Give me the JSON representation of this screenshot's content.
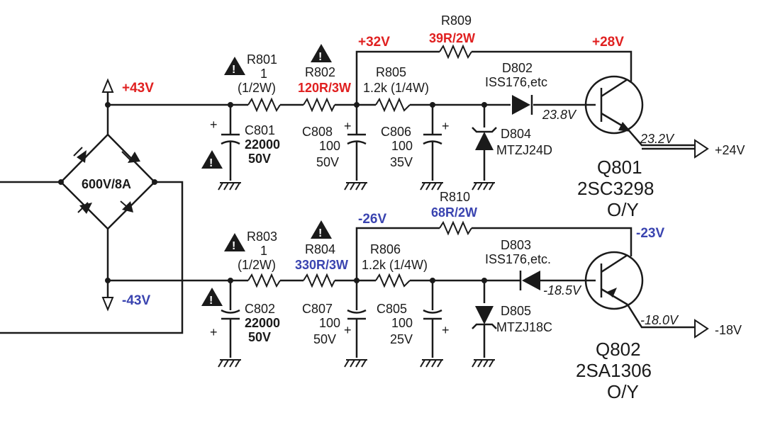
{
  "colors": {
    "positive": "#e02020",
    "negative": "#3a44b0",
    "ink": "#1a1a1a"
  },
  "bridge": {
    "rating": "600V/8A"
  },
  "rails": {
    "pos_in": "+43V",
    "neg_in": "-43V",
    "pos_mid": "+32V",
    "neg_mid": "-26V",
    "pos_top": "+28V",
    "neg_top": "-23V"
  },
  "upper": {
    "r801": {
      "ref": "R801",
      "value": "1",
      "power": "(1/2W)"
    },
    "r802": {
      "ref": "R802",
      "value": "120R/3W"
    },
    "r805": {
      "ref": "R805",
      "value": "1.2k (1/4W)"
    },
    "r809": {
      "ref": "R809",
      "value": "39R/2W"
    },
    "c801": {
      "ref": "C801",
      "value": "22000",
      "voltage": "50V"
    },
    "c808": {
      "ref": "C808",
      "value": "100",
      "voltage": "50V"
    },
    "c806": {
      "ref": "C806",
      "value": "100",
      "voltage": "35V"
    },
    "d802": {
      "ref": "D802",
      "part": "ISS176,etc"
    },
    "d804": {
      "ref": "D804",
      "part": "MTZJ24D"
    },
    "q801": {
      "ref": "Q801",
      "part": "2SC3298",
      "grade": "O/Y"
    },
    "v_base": "23.8V",
    "v_emitter": "23.2V",
    "output": "+24V"
  },
  "lower": {
    "r803": {
      "ref": "R803",
      "value": "1",
      "power": "(1/2W)"
    },
    "r804": {
      "ref": "R804",
      "value": "330R/3W"
    },
    "r806": {
      "ref": "R806",
      "value": "1.2k (1/4W)"
    },
    "r810": {
      "ref": "R810",
      "value": "68R/2W"
    },
    "c802": {
      "ref": "C802",
      "value": "22000",
      "voltage": "50V"
    },
    "c807": {
      "ref": "C807",
      "value": "100",
      "voltage": "50V"
    },
    "c805": {
      "ref": "C805",
      "value": "100",
      "voltage": "25V"
    },
    "d803": {
      "ref": "D803",
      "part": "ISS176,etc."
    },
    "d805": {
      "ref": "D805",
      "part": "MTZJ18C"
    },
    "q802": {
      "ref": "Q802",
      "part": "2SA1306",
      "grade": "O/Y"
    },
    "v_base": "-18.5V",
    "v_emitter": "-18.0V",
    "output": "-18V"
  },
  "symbols": {
    "plus": "+",
    "warning": "!"
  }
}
